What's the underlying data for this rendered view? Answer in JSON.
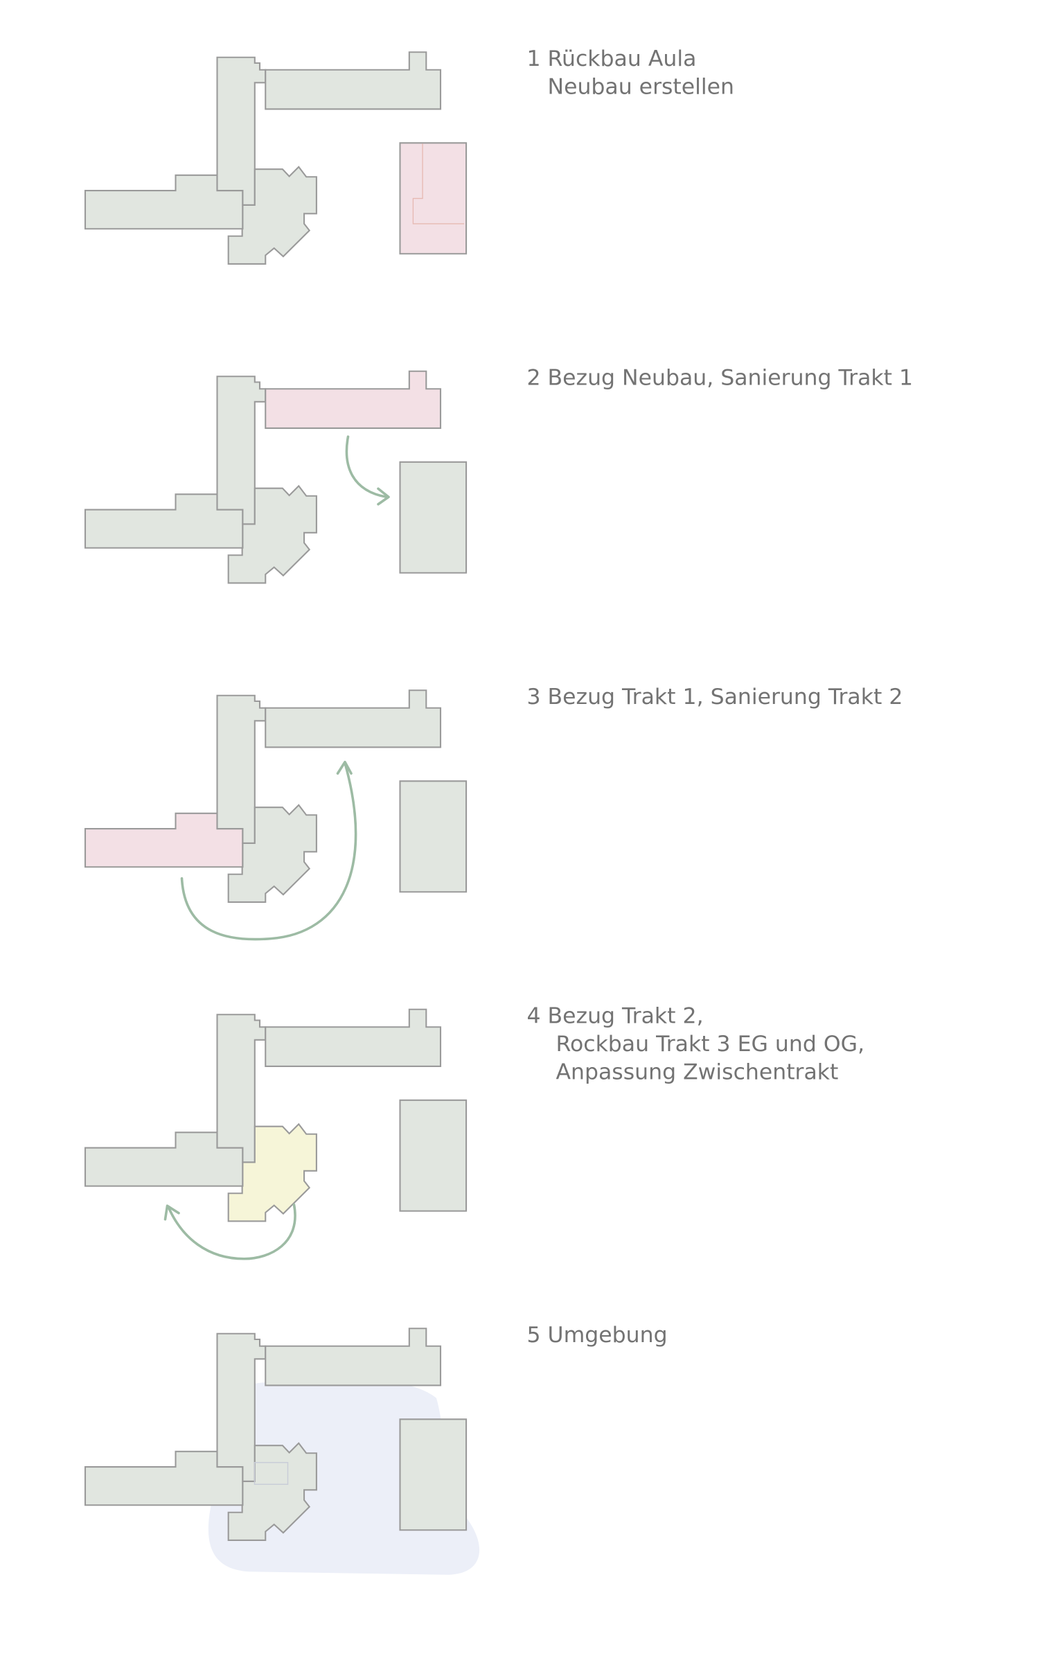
{
  "colors": {
    "building": "#e1e6e0",
    "outline": "#9a9a9a",
    "demolish_rebuild": "#f3e0e5",
    "inner_outline": "#e6b9b2",
    "renovation_partial": "#f6f5d8",
    "surroundings": "#eceff8",
    "arrow": "#9dbba4",
    "text": "#737373"
  },
  "steps": [
    {
      "lines": [
        "1  Rückbau Aula",
        "Neubau erstellen"
      ],
      "highlight": "new-building",
      "highlight_color": "demolish_rebuild",
      "arrow": "none"
    },
    {
      "lines": [
        "2 Bezug Neubau, Sanierung Trakt 1"
      ],
      "highlight": "trakt-1",
      "highlight_color": "demolish_rebuild",
      "arrow": "trakt-1-to-new-building"
    },
    {
      "lines": [
        "3  Bezug Trakt 1, Sanierung Trakt 2"
      ],
      "highlight": "trakt-2",
      "highlight_color": "demolish_rebuild",
      "arrow": "trakt-2-to-trakt-1"
    },
    {
      "lines": [
        "4  Bezug Trakt 2,",
        "Rockbau Trakt 3 EG und OG,",
        "Anpassung Zwischentrakt"
      ],
      "highlight": "trakt-3",
      "highlight_color": "renovation_partial",
      "arrow": "trakt-3-to-trakt-2"
    },
    {
      "lines": [
        "5 Umgebung"
      ],
      "highlight": "surroundings",
      "highlight_color": "surroundings",
      "arrow": "none"
    }
  ]
}
